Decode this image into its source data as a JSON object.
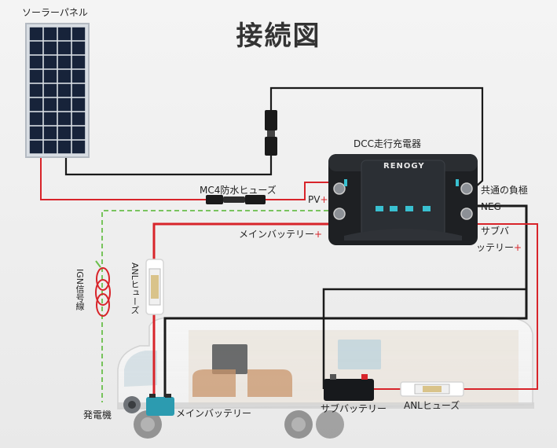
{
  "title": "接続図",
  "labels": {
    "solar_panel": "ソーラーパネル",
    "dcc_charger": "DCC走行充電器",
    "mc4_fuse": "MC4防水ヒューズ",
    "pv": "PV",
    "common_negative": "共通の負極",
    "neg": "NEGー",
    "main_battery_plus": "メインバッテリー",
    "sub_battery_plus_line1": "サブバ",
    "sub_battery_plus_line2": "ッテリー",
    "plus_sign": "+",
    "ign_signal_line": "IGN信号線",
    "anl_fuse_vertical": "ANLヒューズ",
    "generator": "発電機",
    "main_battery": "メインバッテリー",
    "sub_battery": "サブバッテリー",
    "anl_fuse": "ANLヒューズ",
    "brand": "RENOGY"
  },
  "colors": {
    "positive_wire": "#d8242a",
    "negative_wire": "#1a1a1a",
    "ign_wire": "#6abf4b",
    "solar_cell": "#17233a",
    "charger_body": "#1e2023",
    "accent": "#39c0d0"
  }
}
